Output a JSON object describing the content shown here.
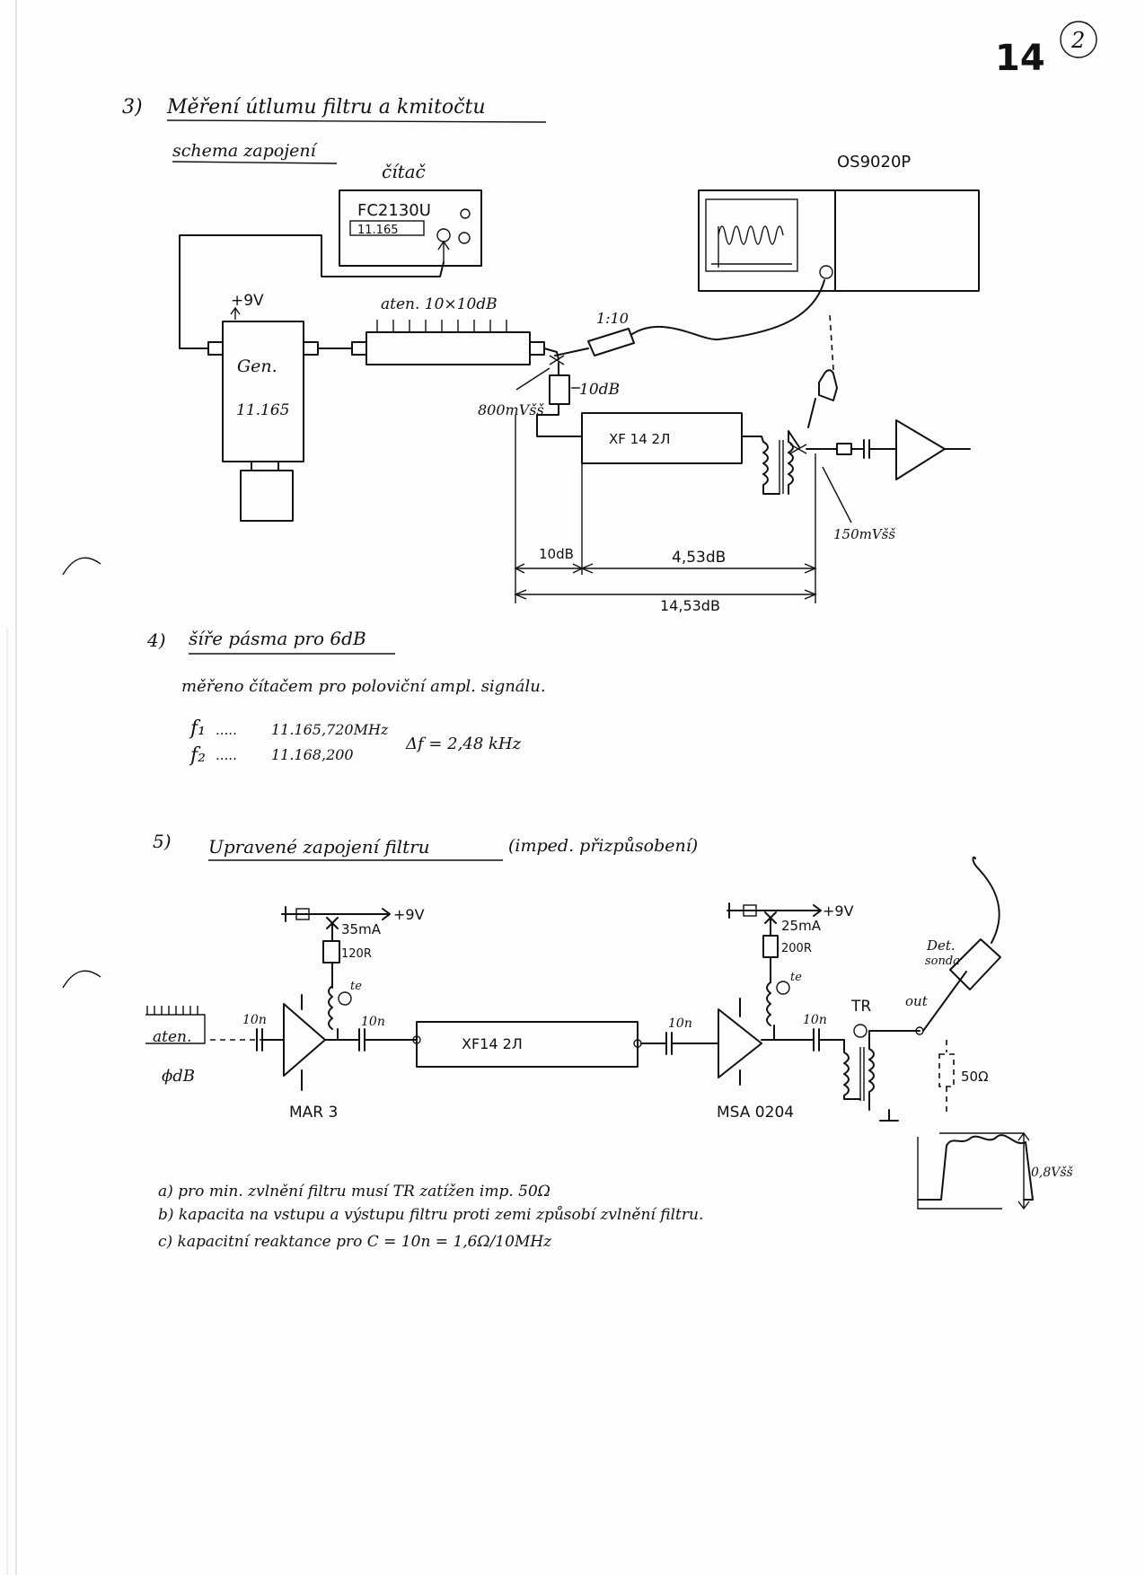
{
  "header": {
    "page_number": "14",
    "sheet_number": "2"
  },
  "section3": {
    "number": "3)",
    "title": "Měření útlumu filtru a kmitočtu",
    "subtitle": "schema zapojení"
  },
  "diagram1": {
    "counter": {
      "label": "čítač",
      "model": "FC2130U",
      "reading": "11.165"
    },
    "oscilloscope": {
      "model": "OS9020P"
    },
    "generator": {
      "supply": "+9V",
      "label": "Gen.",
      "frequency": "11.165"
    },
    "attenuator": {
      "label": "aten. 10×10dB"
    },
    "probe": {
      "ratio": "1:10"
    },
    "pad_label": "10dB",
    "input_voltage": "800mVšš",
    "filter_label": "XF 14 2Л",
    "output_voltage": "150mVšš",
    "dimensions": {
      "d1": "10dB",
      "d2": "4,53dB",
      "total": "14,53dB"
    }
  },
  "section4": {
    "number": "4)",
    "title": "šíře pásma pro 6dB",
    "method": "měřeno čítačem pro poloviční ampl. signálu.",
    "f1": {
      "symbol": "f₁",
      "dots": ".....",
      "value": "11.165,720MHz"
    },
    "f2": {
      "symbol": "f₂",
      "dots": ".....",
      "value": "11.168,200"
    },
    "delta_f": "Δf = 2,48 kHz"
  },
  "section5": {
    "number": "5)",
    "title": "Upravené zapojení filtru",
    "note": "(imped. přizpůsobení)",
    "notes": [
      "a) pro min. zvlnění filtru musí TR zatížen imp. 50Ω",
      "b) kapacita na vstupu a výstupu filtru proti zemi způsobí zvlnění filtru.",
      "c) kapacitní reaktance pro C = 10n = 1,6Ω/10MHz"
    ]
  },
  "diagram2": {
    "attenuator": {
      "label": "aten.",
      "value": "ϕdB"
    },
    "caps": {
      "c1": "10n",
      "c2": "10n",
      "c3": "10n",
      "c4": "10n"
    },
    "amp1": {
      "label": "MAR 3",
      "current": "35mA",
      "resistor": "120R",
      "supply": "+9V",
      "test_point": "te"
    },
    "amp2": {
      "label": "MSA 0204",
      "current": "25mA",
      "resistor": "200R",
      "supply": "+9V",
      "test_point": "te"
    },
    "filter_label": "XF14 2Л",
    "transformer_label": "TR",
    "out_label": "out",
    "detector": {
      "line1": "Det.",
      "line2": "sonda"
    },
    "load_label": "50Ω",
    "response_amplitude": "0,8Všš"
  }
}
